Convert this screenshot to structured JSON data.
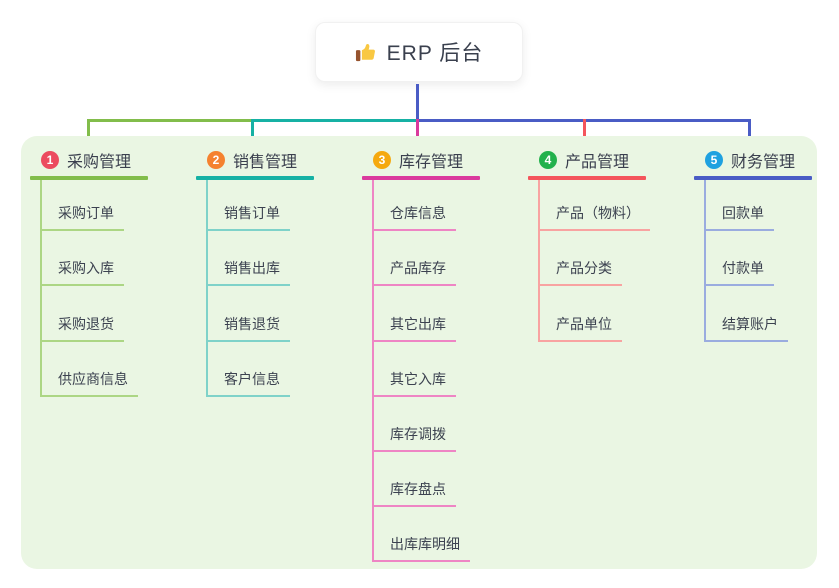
{
  "root": {
    "label": "ERP 后台",
    "icon": "thumbs-up-icon"
  },
  "canvas": {
    "background": "#FFFFFF",
    "panel_background": "#EAF6E3"
  },
  "connector": {
    "stem_color": "#4A5CC5"
  },
  "branches": [
    {
      "badge": "1",
      "label": "采购管理",
      "colors": {
        "main": "#82BD4B",
        "light": "#ACD684",
        "badge": "#EC4B5F"
      },
      "children": [
        "采购订单",
        "采购入库",
        "采购退货",
        "供应商信息"
      ]
    },
    {
      "badge": "2",
      "label": "销售管理",
      "colors": {
        "main": "#16B1A4",
        "light": "#7FD2C9",
        "badge": "#F5822F"
      },
      "children": [
        "销售订单",
        "销售出库",
        "销售退货",
        "客户信息"
      ]
    },
    {
      "badge": "3",
      "label": "库存管理",
      "colors": {
        "main": "#DA3A9D",
        "light": "#EE85C4",
        "badge": "#F5A90F"
      },
      "children": [
        "仓库信息",
        "产品库存",
        "其它出库",
        "其它入库",
        "库存调拨",
        "库存盘点",
        "出库库明细"
      ]
    },
    {
      "badge": "4",
      "label": "产品管理",
      "colors": {
        "main": "#F4555C",
        "light": "#F8A3A1",
        "badge": "#22B14C"
      },
      "children": [
        "产品（物料）",
        "产品分类",
        "产品单位"
      ]
    },
    {
      "badge": "5",
      "label": "财务管理",
      "colors": {
        "main": "#4A5CC5",
        "light": "#9AACDF",
        "badge": "#1FA1E0"
      },
      "children": [
        "回款单",
        "付款单",
        "结算账户"
      ]
    }
  ]
}
